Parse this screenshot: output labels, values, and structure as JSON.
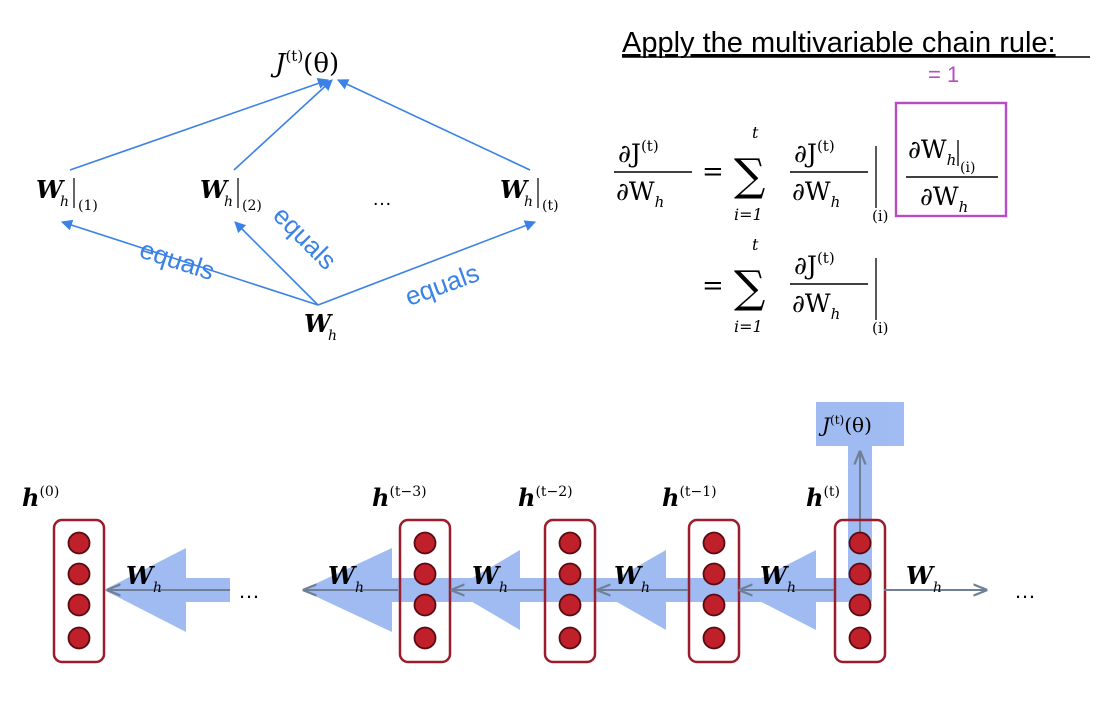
{
  "tree": {
    "root": {
      "base": "J",
      "sup": "(t)",
      "arg": "(θ)"
    },
    "leaves": [
      {
        "base": "W",
        "sub": "h",
        "eval": "(1)"
      },
      {
        "base": "W",
        "sub": "h",
        "eval": "(2)"
      },
      {
        "base": "W",
        "sub": "h",
        "eval": "(t)"
      }
    ],
    "dots": "…",
    "source": {
      "base": "W",
      "sub": "h"
    },
    "edge_labels": [
      "equals",
      "equals",
      "equals"
    ]
  },
  "equation": {
    "heading": "Apply the multivariable chain rule:",
    "box_note": "= 1",
    "lhs": {
      "num": "∂J",
      "num_sup": "(t)",
      "den": "∂W",
      "den_sub": "h"
    },
    "eq": "=",
    "sum": {
      "symbol": "∑",
      "upper": "t",
      "lower": "i=1"
    },
    "term": {
      "num": "∂J",
      "num_sup": "(t)",
      "den": "∂W",
      "den_sub": "h",
      "eval": "(i)"
    },
    "boxed": {
      "num": "∂W",
      "num_sub": "h",
      "num_eval": "(i)",
      "den": "∂W",
      "den_sub": "h"
    }
  },
  "rnn": {
    "output": {
      "base": "J",
      "sup": "(t)",
      "arg": "(θ)"
    },
    "weight": {
      "base": "W",
      "sub": "h"
    },
    "states": [
      {
        "base": "h",
        "sup": "(0)"
      },
      {
        "base": "h",
        "sup": "(t−3)"
      },
      {
        "base": "h",
        "sup": "(t−2)"
      },
      {
        "base": "h",
        "sup": "(t−1)"
      },
      {
        "base": "h",
        "sup": "(t)"
      }
    ],
    "dots": "…"
  },
  "colors": {
    "tree_arrow": "#3b82e6",
    "equals_text": "#3b82e6",
    "box": "#b84cc4",
    "box_note": "#b84cc4",
    "grad_band": "#8fb0f0",
    "cell_border": "#9b1c2a",
    "neuron_fill": "#c0202a",
    "rnn_arrow": "#6f7f95",
    "ink": "#000000"
  }
}
